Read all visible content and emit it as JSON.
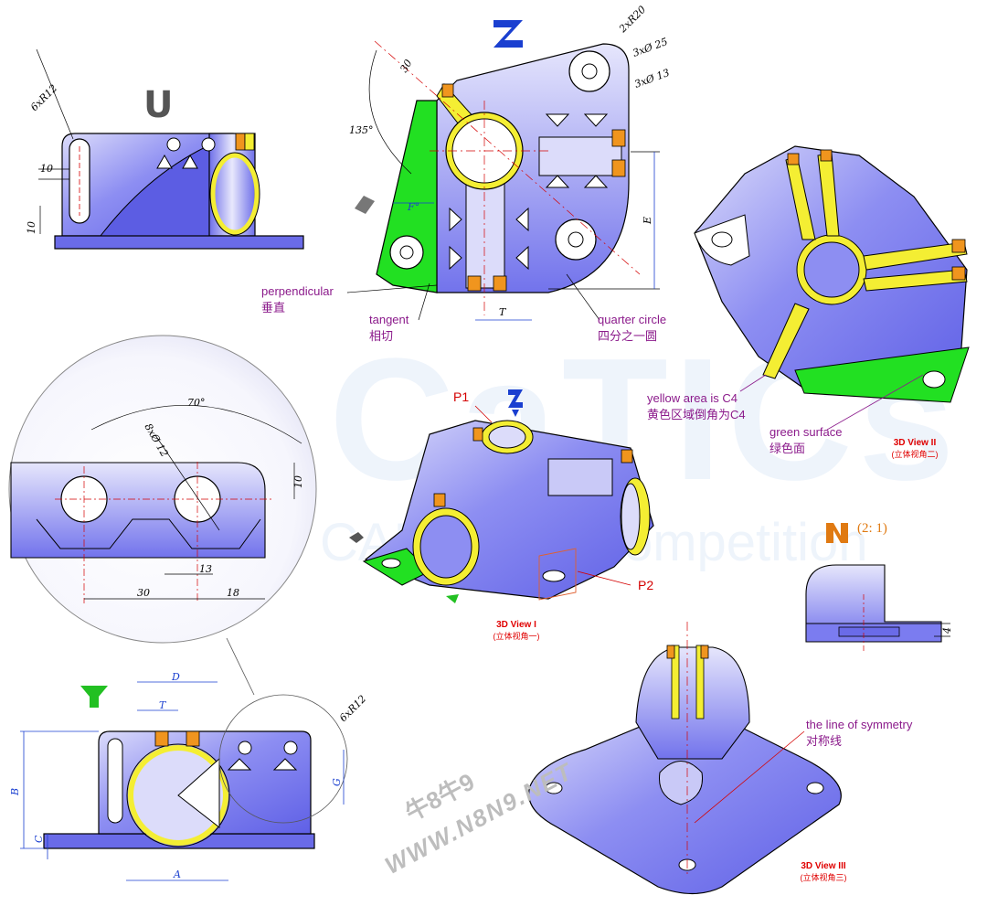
{
  "views": {
    "u": "U",
    "z": "Z",
    "y": "Y",
    "n": "N",
    "n_scale": "(2: 1)",
    "z_arrow": "Z",
    "arrow_u": "U",
    "arrow_y": "Y"
  },
  "dims": {
    "u_radius": "6xR12",
    "u_10a": "10",
    "u_10b": "10",
    "z_2r20": "2xR20",
    "z_3d25": "3xØ 25",
    "z_3d13": "3xØ 13",
    "z_30": "30",
    "z_135": "135°",
    "z_f": "F°",
    "z_e": "E",
    "z_t": "T",
    "d_70": "70°",
    "d_8d12": "8xØ 12",
    "d_10": "10",
    "d_13": "13",
    "d_30": "30",
    "d_18": "18",
    "y_d": "D",
    "y_t": "T",
    "y_b": "B",
    "y_c": "C",
    "y_a": "A",
    "y_g": "G",
    "y_6r12": "6xR12",
    "n_4": "4"
  },
  "notes": {
    "perpendicular_en": "perpendicular",
    "perpendicular_cn": "垂直",
    "tangent_en": "tangent",
    "tangent_cn": "相切",
    "quarter_en": "quarter circle",
    "quarter_cn": "四分之一圆",
    "yellow_en": "yellow area is C4",
    "yellow_cn": "黄色区域倒角为C4",
    "green_en": "green surface",
    "green_cn": "绿色面",
    "sym_en": "the line of symmetry",
    "sym_cn": "对称线",
    "p1": "P1",
    "p2": "P2"
  },
  "captions": {
    "v1_title": "3D View I",
    "v1_sub": "(立体视角一)",
    "v2_title": "3D View II",
    "v2_sub": "(立体视角二)",
    "v3_title": "3D View III",
    "v3_sub": "(立体视角三)"
  },
  "watermark": {
    "line1": "牛8牛9",
    "line2": "WWW.N8N9.NET",
    "bg_word": "CaTICs",
    "bg_sub": "CAD visual competition"
  },
  "colors": {
    "body": "#7b7cf0",
    "body_light": "#c9c9f7",
    "yellow": "#f4ee33",
    "orange": "#f0951e",
    "green": "#22e022",
    "dimension": "#1a3fd0",
    "center": "#d40000",
    "note": "#8b1a8b"
  }
}
